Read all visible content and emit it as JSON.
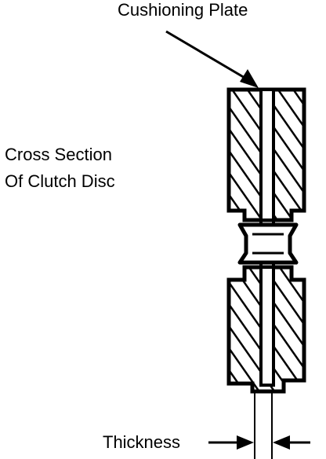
{
  "labels": {
    "cushioning_plate": "Cushioning Plate",
    "cross_section_line1": "Cross Section",
    "cross_section_line2": "Of Clutch Disc",
    "thickness": "Thickness"
  },
  "colors": {
    "ink": "#000000",
    "paper": "#ffffff"
  }
}
